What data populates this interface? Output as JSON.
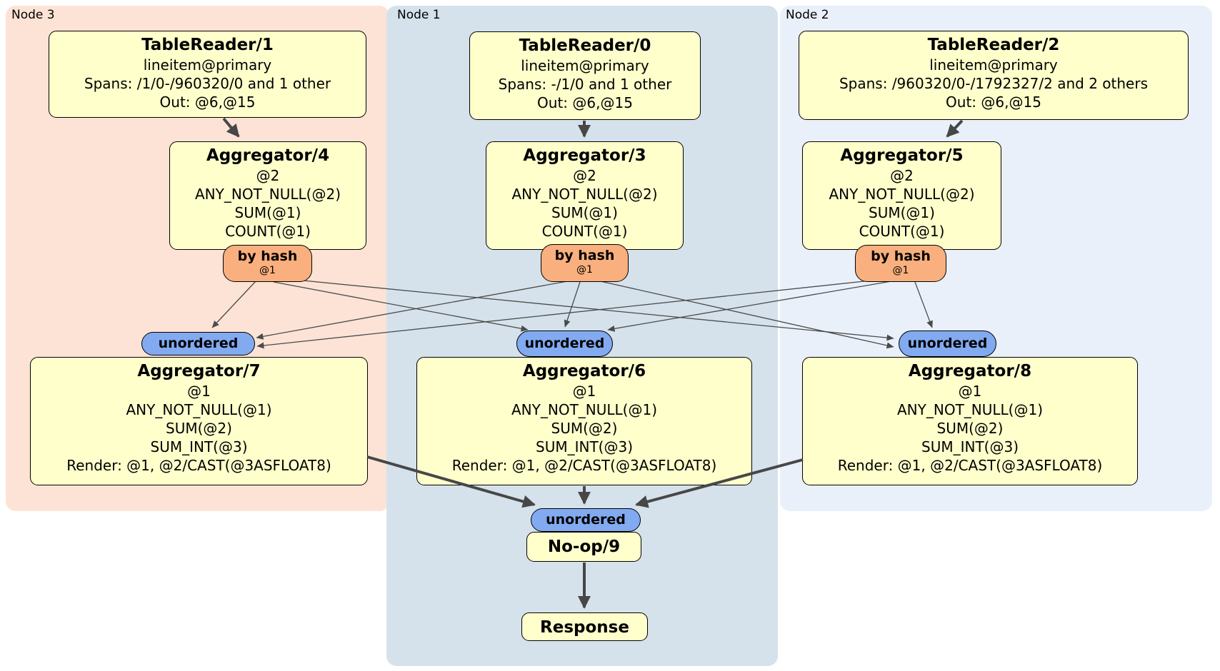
{
  "groups": [
    {
      "label": "Node 3"
    },
    {
      "label": "Node 1"
    },
    {
      "label": "Node 2"
    }
  ],
  "boxes": {
    "tr1": {
      "title": "TableReader/1",
      "line1": "lineitem@primary",
      "line2": "Spans: /1/0-/960320/0 and 1 other",
      "line3": "Out: @6,@15"
    },
    "tr0": {
      "title": "TableReader/0",
      "line1": "lineitem@primary",
      "line2": "Spans: -/1/0 and 1 other",
      "line3": "Out: @6,@15"
    },
    "tr2": {
      "title": "TableReader/2",
      "line1": "lineitem@primary",
      "line2": "Spans: /960320/0-/1792327/2 and 2 others",
      "line3": "Out: @6,@15"
    },
    "agg4": {
      "title": "Aggregator/4",
      "line1": "@2",
      "line2": "ANY_NOT_NULL(@2)",
      "line3": "SUM(@1)",
      "line4": "COUNT(@1)"
    },
    "agg3": {
      "title": "Aggregator/3",
      "line1": "@2",
      "line2": "ANY_NOT_NULL(@2)",
      "line3": "SUM(@1)",
      "line4": "COUNT(@1)"
    },
    "agg5": {
      "title": "Aggregator/5",
      "line1": "@2",
      "line2": "ANY_NOT_NULL(@2)",
      "line3": "SUM(@1)",
      "line4": "COUNT(@1)"
    },
    "agg7": {
      "title": "Aggregator/7",
      "line1": "@1",
      "line2": "ANY_NOT_NULL(@1)",
      "line3": "SUM(@2)",
      "line4": "SUM_INT(@3)",
      "line5": "Render: @1, @2/CAST(@3ASFLOAT8)"
    },
    "agg6": {
      "title": "Aggregator/6",
      "line1": "@1",
      "line2": "ANY_NOT_NULL(@1)",
      "line3": "SUM(@2)",
      "line4": "SUM_INT(@3)",
      "line5": "Render: @1, @2/CAST(@3ASFLOAT8)"
    },
    "agg8": {
      "title": "Aggregator/8",
      "line1": "@1",
      "line2": "ANY_NOT_NULL(@1)",
      "line3": "SUM(@2)",
      "line4": "SUM_INT(@3)",
      "line5": "Render: @1, @2/CAST(@3ASFLOAT8)"
    },
    "noop": {
      "title": "No-op/9"
    },
    "resp": {
      "title": "Response"
    }
  },
  "router": {
    "label": "by hash",
    "sublabel": "@1"
  },
  "sync": {
    "label": "unordered"
  },
  "colors": {
    "node3_bg": "#fde3d5",
    "node1_bg": "#d5e2eb",
    "node2_bg": "#eaf0fa",
    "processor_bg": "#ffffcc",
    "router_bg": "#f9b07e",
    "sync_bg": "#82aaf0",
    "edge": "#474747",
    "border": "#000000"
  }
}
